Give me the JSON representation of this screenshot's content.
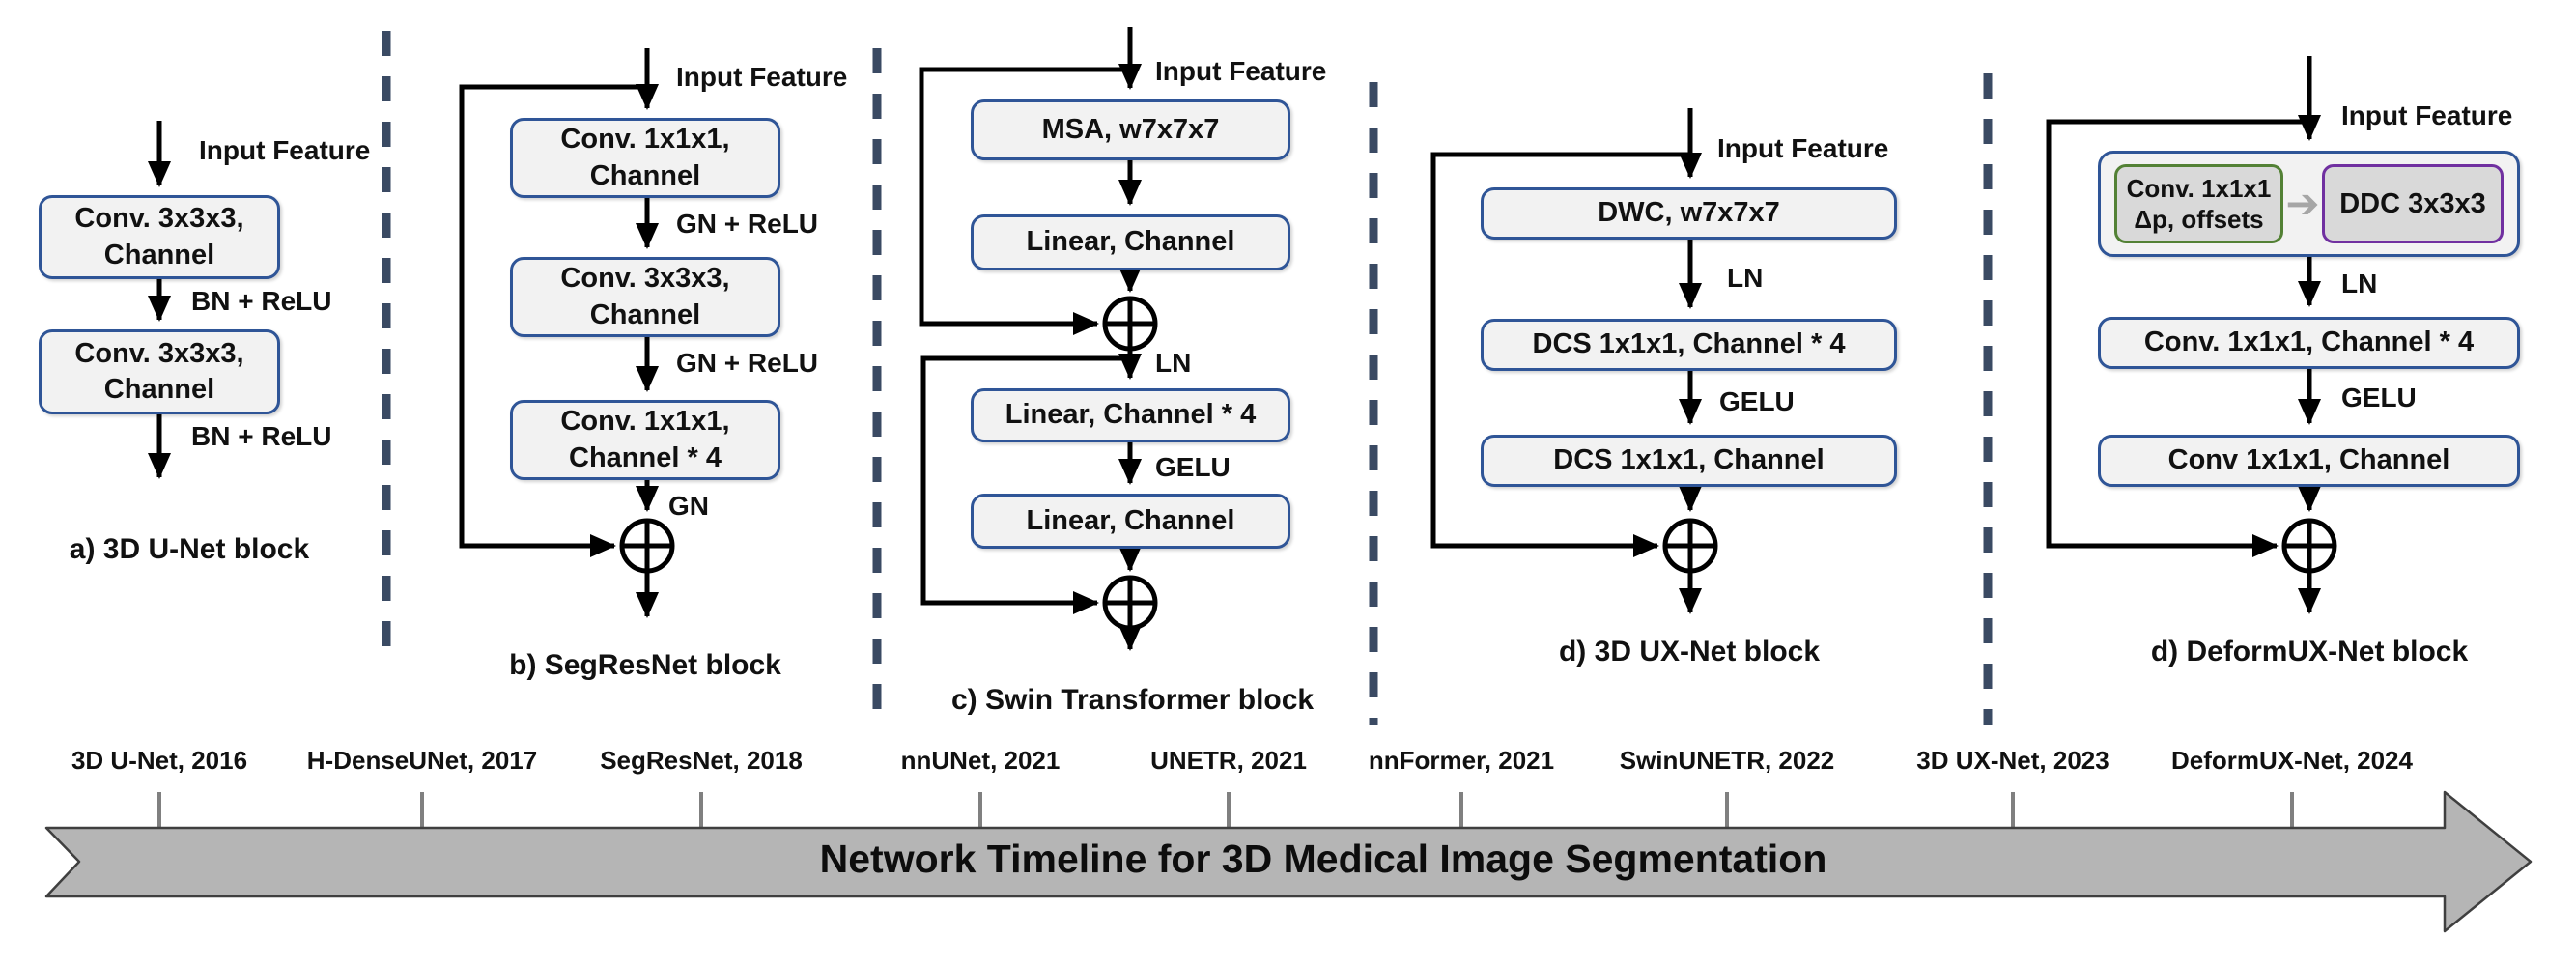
{
  "colors": {
    "box_border": "#2f5597",
    "box_fill": "#f2f2f2",
    "inner_box_fill": "#d9d9d9",
    "offset_box_border": "#538135",
    "ddc_box_border": "#7030a0",
    "divider": "#3a4a63",
    "timeline_band_fill": "#b5b5b5",
    "arrow": "#000000",
    "gray_arrow": "#a6a6a6"
  },
  "icons": {
    "offset_arrow": "➔"
  },
  "panels": [
    {
      "caption": "a) 3D U-Net block",
      "input_label": "Input Feature",
      "boxes": [
        "Conv. 3x3x3,\nChannel",
        "Conv. 3x3x3,\nChannel"
      ],
      "side_labels": [
        "BN + ReLU",
        "BN + ReLU"
      ]
    },
    {
      "caption": "b) SegResNet block",
      "input_label": "Input Feature",
      "boxes": [
        "Conv. 1x1x1,\nChannel",
        "Conv. 3x3x3,\nChannel",
        "Conv. 1x1x1,\nChannel * 4"
      ],
      "side_labels": [
        "GN + ReLU",
        "GN + ReLU",
        "GN"
      ]
    },
    {
      "caption": "c) Swin Transformer block",
      "input_label": "Input Feature",
      "boxes": [
        "MSA, w7x7x7",
        "Linear, Channel",
        "Linear, Channel * 4",
        "Linear, Channel"
      ],
      "side_labels": [
        "LN",
        "GELU"
      ]
    },
    {
      "caption": "d) 3D UX-Net block",
      "input_label": "Input Feature",
      "boxes": [
        "DWC, w7x7x7",
        "DCS 1x1x1, Channel * 4",
        "DCS 1x1x1, Channel"
      ],
      "side_labels": [
        "LN",
        "GELU"
      ]
    },
    {
      "caption": "d) DeformUX-Net block",
      "input_label": "Input Feature",
      "offset_box": "Conv. 1x1x1\nΔp, offsets",
      "ddc_box": "DDC 3x3x3",
      "boxes": [
        "Conv. 1x1x1, Channel * 4",
        "Conv 1x1x1, Channel"
      ],
      "side_labels": [
        "LN",
        "GELU"
      ]
    }
  ],
  "timeline": {
    "title": "Network Timeline for 3D Medical Image Segmentation",
    "items": [
      {
        "label": "3D U-Net, 2016"
      },
      {
        "label": "H-DenseUNet, 2017"
      },
      {
        "label": "SegResNet, 2018"
      },
      {
        "label": "nnUNet, 2021"
      },
      {
        "label": "UNETR, 2021"
      },
      {
        "label": "nnFormer, 2021"
      },
      {
        "label": "SwinUNETR, 2022"
      },
      {
        "label": "3D UX-Net, 2023"
      },
      {
        "label": "DeformUX-Net, 2024"
      }
    ]
  }
}
